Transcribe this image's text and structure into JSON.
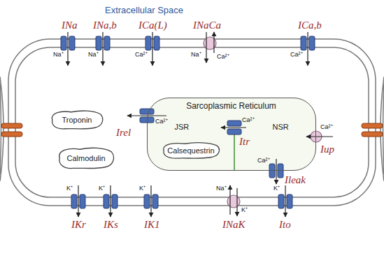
{
  "diagram": {
    "nodes": [
      {
        "text": [
          "Sarcoplasmic Reticulum",
          "JSR",
          "NSR"
        ]
      },
      {
        "text": [
          "Calsequestrin"
        ],
        "in": 0
      },
      {
        "text": [
          "Troponin"
        ]
      },
      {
        "text": [
          "Calmodulin"
        ]
      }
    ],
    "labels": [
      "Extracellular Space",
      "INa",
      "INa,b",
      "ICa(L)",
      "INaCa",
      "ICa,b",
      "Na⁺",
      "Na⁺",
      "Ca²⁺",
      "Na⁺",
      "Ca²⁺",
      "Ca²⁺",
      "Ca²⁺",
      "Irel",
      "Ca²⁺",
      "Itr",
      "Ca²⁺",
      "Ileak",
      "Ca²⁺",
      "Iup",
      "K⁺",
      "K⁺",
      "K⁺",
      "Na⁺",
      "K⁺",
      "K⁺",
      "IKr",
      "IKs",
      "IK1",
      "INaK",
      "Ito"
    ]
  }
}
